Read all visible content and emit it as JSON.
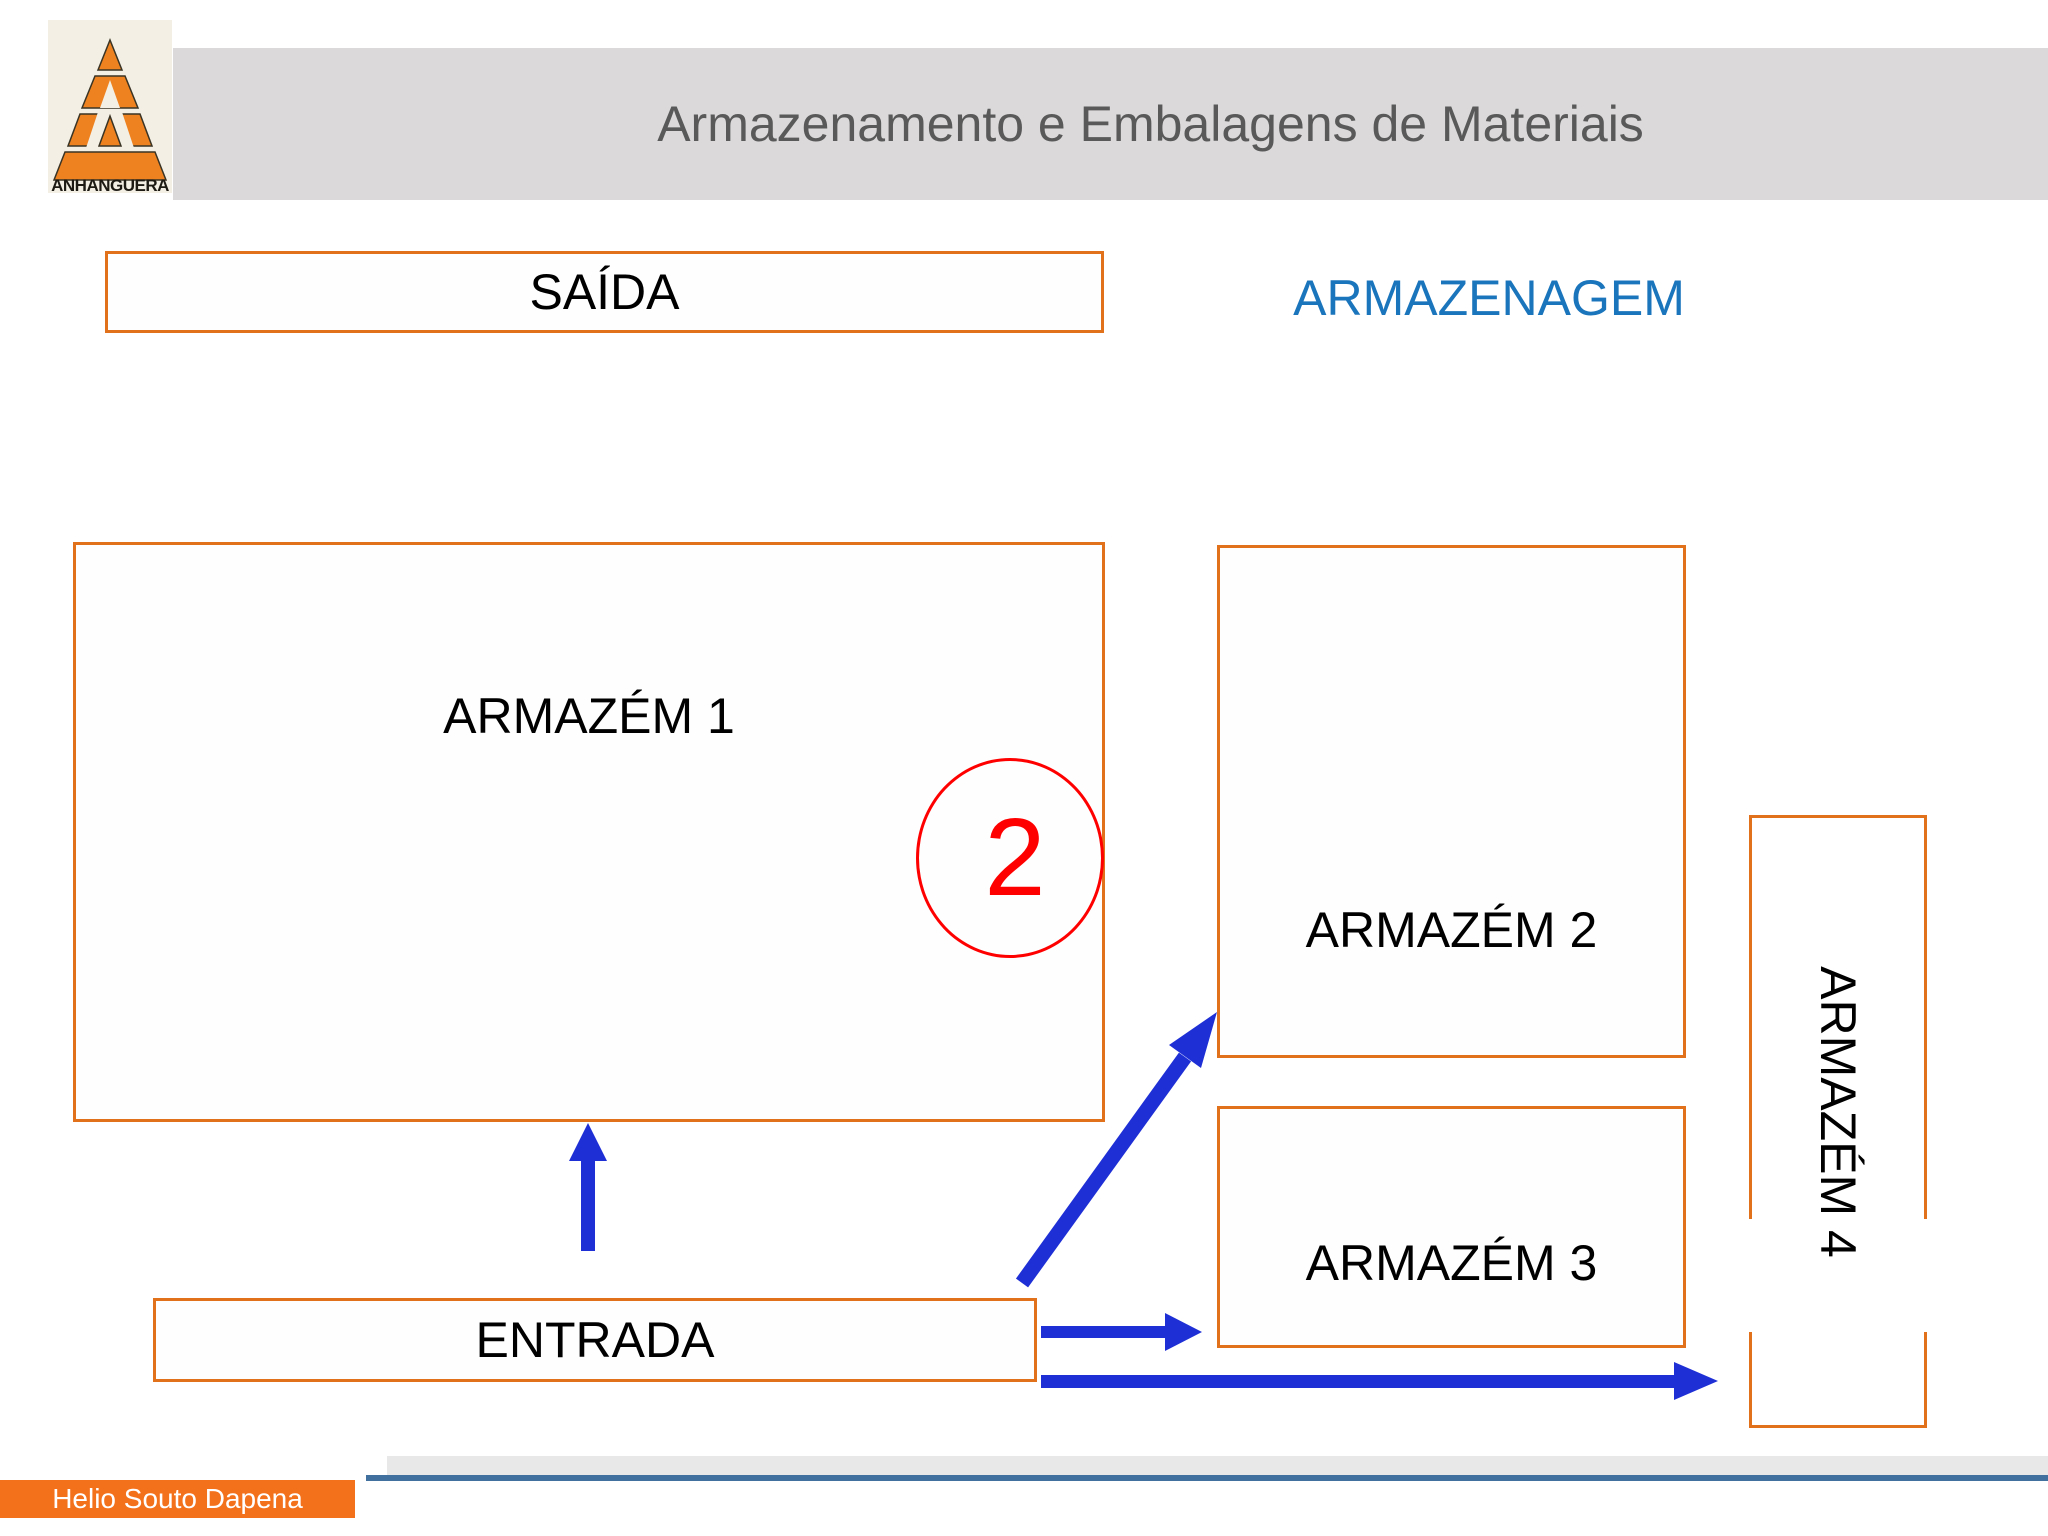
{
  "header": {
    "title": "Armazenamento e Embalagens de Materiais",
    "logo_brand": "ANHANGUERA"
  },
  "diagram": {
    "saida_label": "SAÍDA",
    "armazenagem_label": "ARMAZENAGEM",
    "entrada_label": "ENTRADA",
    "step_marker": "2",
    "warehouses": {
      "w1": "ARMAZÉM 1",
      "w2": "ARMAZÉM 2",
      "w3": "ARMAZÉM 3",
      "w4": "ARMAZÉM 4"
    }
  },
  "footer": {
    "author": "Helio Souto Dapena"
  },
  "colors": {
    "box_border_orange": "#E2711C",
    "arrow_blue": "#1E2FD6",
    "armazenagem_blue": "#1B75BC",
    "marker_red": "#FF0000",
    "header_gray": "#DBD9DA",
    "title_gray": "#595959",
    "footer_orange": "#F4711C",
    "footer_line_blue": "#41709E"
  }
}
